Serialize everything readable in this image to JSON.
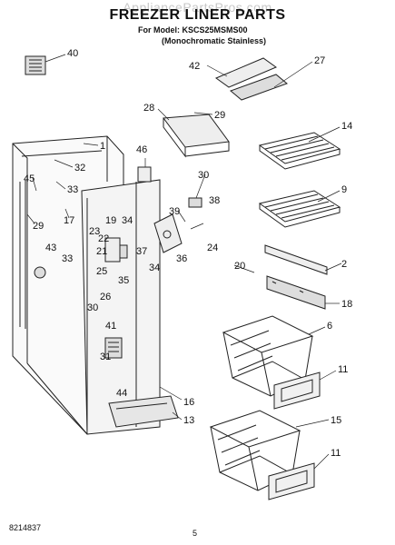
{
  "header": {
    "watermark": "AppliancePartsPros.com",
    "title": "FREEZER LINER PARTS",
    "model_line": "For Model: KSCS25MSMS00",
    "subtitle": "(Monochromatic Stainless)"
  },
  "footer": {
    "doc_number": "8214837",
    "page_number": "5"
  },
  "callouts": [
    {
      "id": "c40",
      "label": "40"
    },
    {
      "id": "c42",
      "label": "42"
    },
    {
      "id": "c27",
      "label": "27"
    },
    {
      "id": "c28",
      "label": "28"
    },
    {
      "id": "c29a",
      "label": "29"
    },
    {
      "id": "c14",
      "label": "14"
    },
    {
      "id": "c1",
      "label": "1"
    },
    {
      "id": "c46",
      "label": "46"
    },
    {
      "id": "c32",
      "label": "32"
    },
    {
      "id": "c45",
      "label": "45"
    },
    {
      "id": "c33a",
      "label": "33"
    },
    {
      "id": "c17",
      "label": "17"
    },
    {
      "id": "c29b",
      "label": "29"
    },
    {
      "id": "c30a",
      "label": "30"
    },
    {
      "id": "c38",
      "label": "38"
    },
    {
      "id": "c9",
      "label": "9"
    },
    {
      "id": "c39",
      "label": "39"
    },
    {
      "id": "c19",
      "label": "19"
    },
    {
      "id": "c34a",
      "label": "34"
    },
    {
      "id": "c23",
      "label": "23"
    },
    {
      "id": "c22",
      "label": "22"
    },
    {
      "id": "c21",
      "label": "21"
    },
    {
      "id": "c37",
      "label": "37"
    },
    {
      "id": "c36",
      "label": "36"
    },
    {
      "id": "c24",
      "label": "24"
    },
    {
      "id": "c34b",
      "label": "34"
    },
    {
      "id": "c43",
      "label": "43"
    },
    {
      "id": "c33b",
      "label": "33"
    },
    {
      "id": "c25",
      "label": "25"
    },
    {
      "id": "c35",
      "label": "35"
    },
    {
      "id": "c20",
      "label": "20"
    },
    {
      "id": "c2",
      "label": "2"
    },
    {
      "id": "c26",
      "label": "26"
    },
    {
      "id": "c30b",
      "label": "30"
    },
    {
      "id": "c18",
      "label": "18"
    },
    {
      "id": "c41",
      "label": "41"
    },
    {
      "id": "c6",
      "label": "6"
    },
    {
      "id": "c31",
      "label": "31"
    },
    {
      "id": "c44",
      "label": "44"
    },
    {
      "id": "c11a",
      "label": "11"
    },
    {
      "id": "c16",
      "label": "16"
    },
    {
      "id": "c13",
      "label": "13"
    },
    {
      "id": "c15",
      "label": "15"
    },
    {
      "id": "c11b",
      "label": "11"
    }
  ]
}
